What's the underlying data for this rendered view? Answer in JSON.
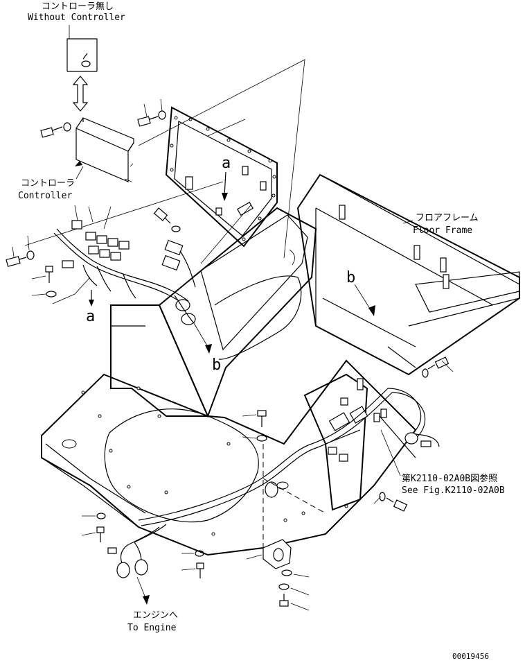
{
  "labels": {
    "without_controller_jp": "コントローラ無し",
    "without_controller_en": "Without Controller",
    "controller_jp": "コントローラ",
    "controller_en": "Controller",
    "floor_frame_jp": "フロアフレーム",
    "floor_frame_en": "Floor Frame",
    "see_fig_jp": "第K2110-02A0B図参照",
    "see_fig_en": "See Fig.K2110-02A0B",
    "to_engine_jp": "エンジンへ",
    "to_engine_en": "To Engine",
    "ref_a": "a",
    "ref_b": "b",
    "drawing_number": "00019456"
  }
}
